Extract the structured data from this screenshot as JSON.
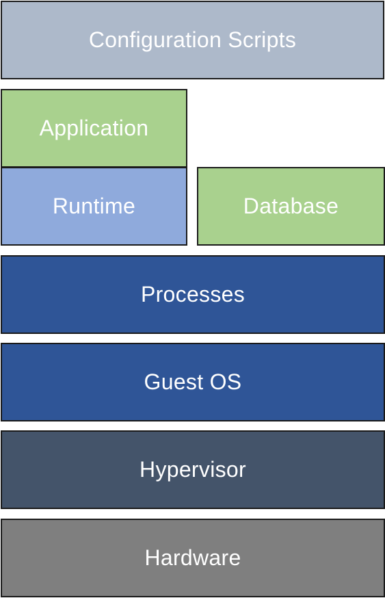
{
  "layers": {
    "config_scripts": {
      "label": "Configuration Scripts",
      "color": "#adb9ca"
    },
    "application": {
      "label": "Application",
      "color": "#a9d18e"
    },
    "runtime": {
      "label": "Runtime",
      "color": "#8faadc"
    },
    "database": {
      "label": "Database",
      "color": "#a9d18e"
    },
    "processes": {
      "label": "Processes",
      "color": "#2f5597"
    },
    "guest_os": {
      "label": "Guest OS",
      "color": "#2f5597"
    },
    "hypervisor": {
      "label": "Hypervisor",
      "color": "#44546a"
    },
    "hardware": {
      "label": "Hardware",
      "color": "#7f7f7f"
    }
  }
}
